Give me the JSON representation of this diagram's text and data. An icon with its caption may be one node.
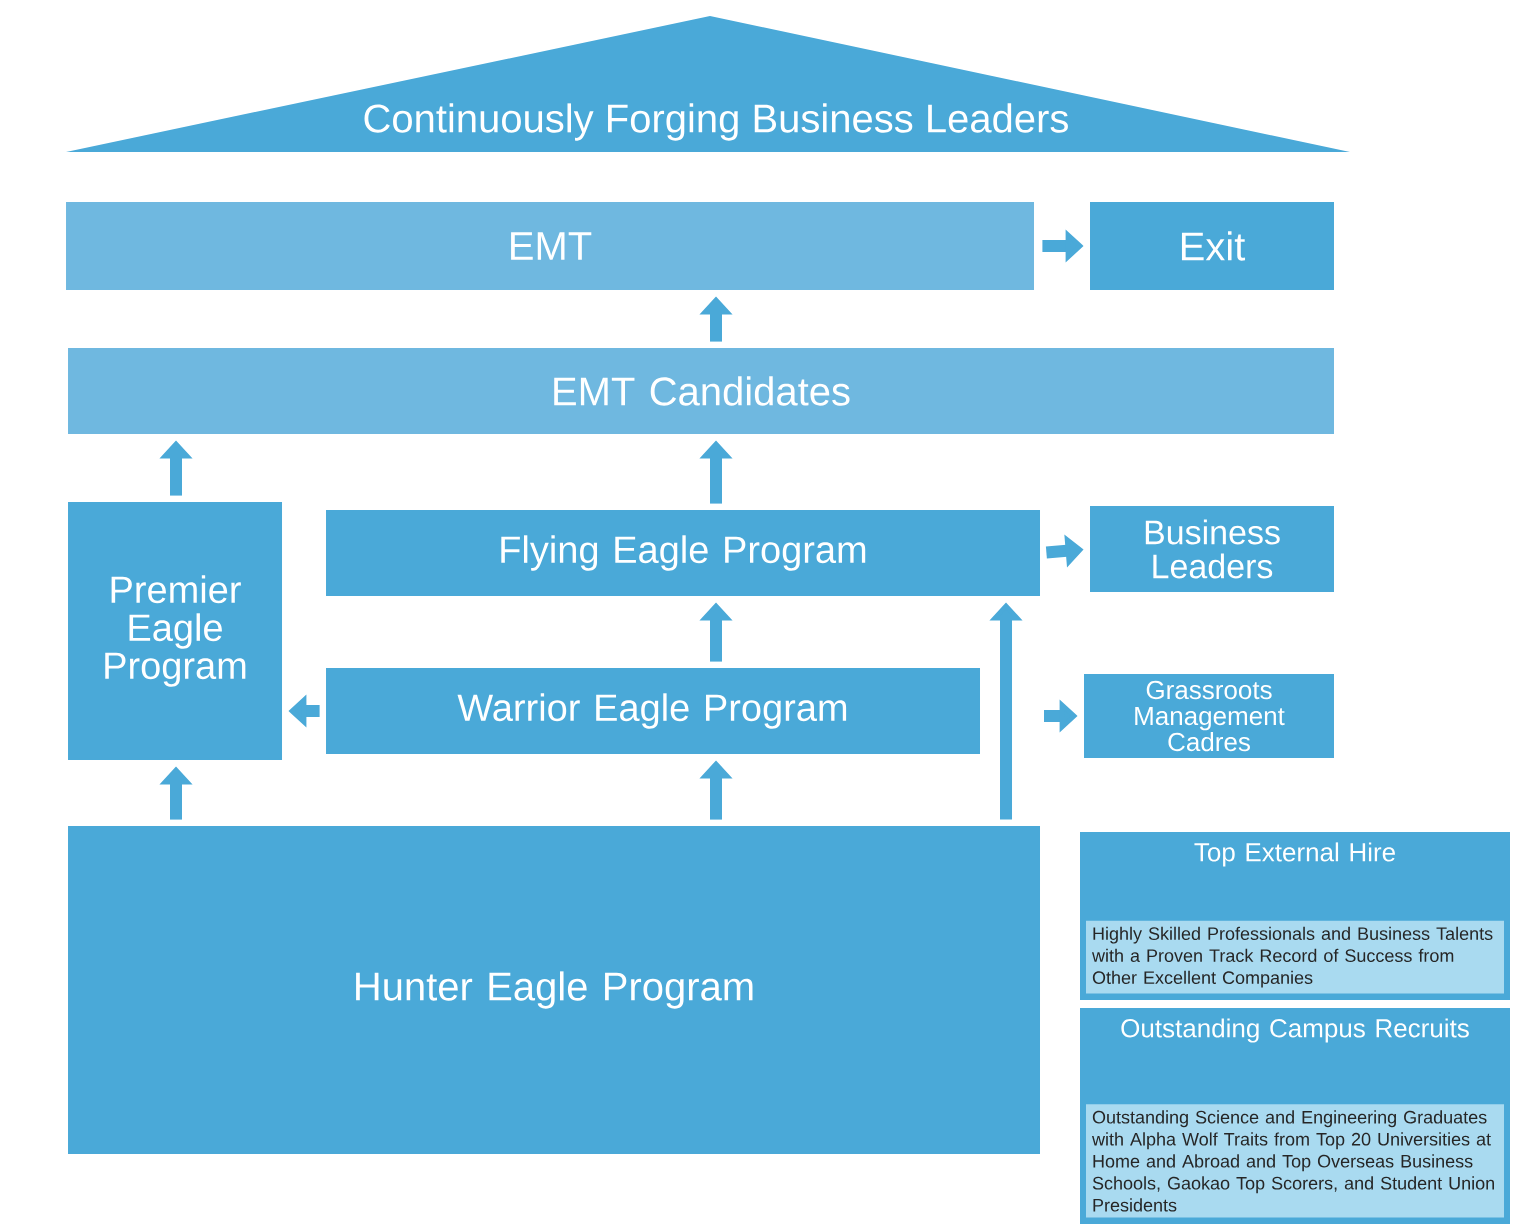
{
  "diagram": {
    "nodes": [
      {
        "text": [
          "Continuously Forging Business Leaders"
        ]
      },
      {
        "text": [
          "EMT"
        ]
      },
      {
        "text": [
          "Exit"
        ]
      },
      {
        "text": [
          "EMT Candidates"
        ]
      },
      {
        "text": [
          "Premier Eagle Program"
        ]
      },
      {
        "text": [
          "Flying Eagle Program"
        ]
      },
      {
        "text": [
          "Business Leaders"
        ]
      },
      {
        "text": [
          "Warrior Eagle Program"
        ]
      },
      {
        "text": [
          "Grassroots Management Cadres"
        ]
      },
      {
        "text": [
          "Hunter Eagle Program"
        ]
      },
      {
        "text": [
          "Top External Hire",
          "Highly Skilled Professionals and Business Talents with a Proven Track Record of Success from Other Excellent Companies"
        ]
      },
      {
        "text": [
          "Outstanding Campus Recruits",
          "Outstanding Science and Engineering Graduates with Alpha Wolf Traits from Top 20 Universities at Home and Abroad and Top Overseas Business Schools, Gaokao Top Scorers, and Student Union Presidents"
        ]
      }
    ],
    "edges": [
      {
        "from": 1,
        "to": 2,
        "arrow": "to"
      },
      {
        "from": 3,
        "to": 1,
        "arrow": "to"
      },
      {
        "from": 4,
        "to": 3,
        "arrow": "to"
      },
      {
        "from": 5,
        "to": 3,
        "arrow": "to"
      },
      {
        "from": 5,
        "to": 6,
        "arrow": "to"
      },
      {
        "from": 7,
        "to": 5,
        "arrow": "to"
      },
      {
        "from": 7,
        "to": 4,
        "arrow": "to"
      },
      {
        "from": null,
        "to": 8,
        "arrow": "to"
      },
      {
        "from": 9,
        "to": 4,
        "arrow": "to"
      },
      {
        "from": 9,
        "to": 7,
        "arrow": "to"
      },
      {
        "from": 9,
        "to": 5,
        "arrow": "to"
      }
    ]
  }
}
